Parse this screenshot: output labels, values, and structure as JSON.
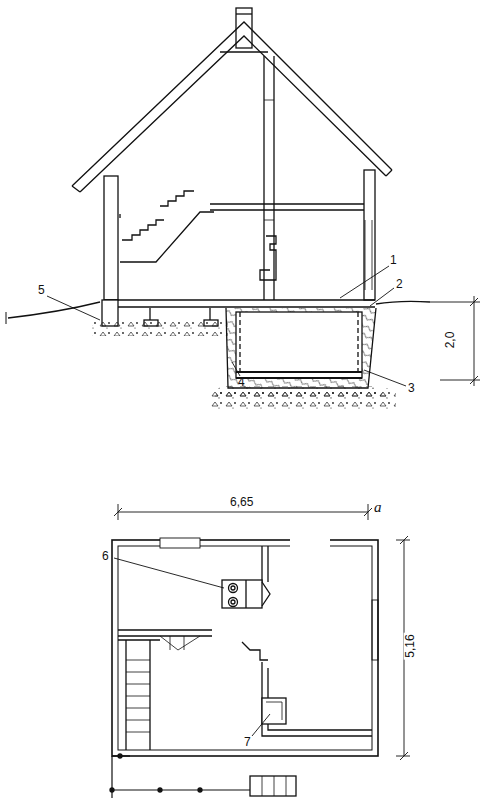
{
  "diagram": {
    "labels": [
      "1",
      "2",
      "3",
      "4",
      "5",
      "2,0",
      "a",
      "6,65",
      "6",
      "5,16",
      "7"
    ]
  }
}
